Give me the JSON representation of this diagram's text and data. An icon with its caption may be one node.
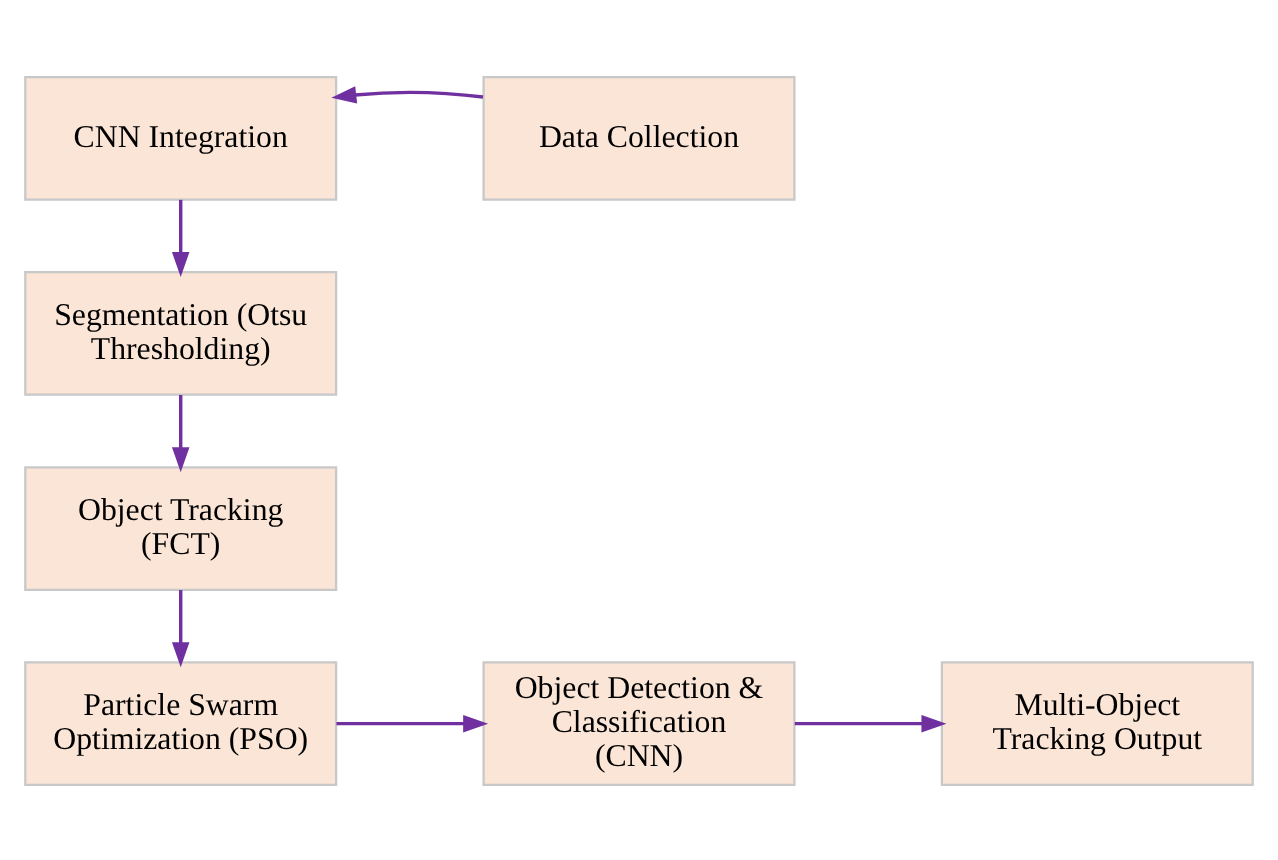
{
  "diagram": {
    "nodes": [
      {
        "text": [
          "CNN Integration"
        ]
      },
      {
        "text": [
          "Data Collection"
        ]
      },
      {
        "text": [
          "Segmentation (Otsu Thresholding)"
        ]
      },
      {
        "text": [
          "Object Tracking (FCT)"
        ]
      },
      {
        "text": [
          "Particle Swarm Optimization (PSO)"
        ]
      },
      {
        "text": [
          "Object Detection & Classification (CNN)"
        ]
      },
      {
        "text": [
          "Multi-Object Tracking Output"
        ]
      }
    ],
    "edges": [
      {
        "from": 1,
        "to": 0,
        "arrow": "to"
      },
      {
        "from": 0,
        "to": 2,
        "arrow": "to"
      },
      {
        "from": 2,
        "to": 3,
        "arrow": "to"
      },
      {
        "from": 3,
        "to": 4,
        "arrow": "to"
      },
      {
        "from": 4,
        "to": 5,
        "arrow": "to"
      },
      {
        "from": 5,
        "to": 6,
        "arrow": "to"
      }
    ]
  }
}
